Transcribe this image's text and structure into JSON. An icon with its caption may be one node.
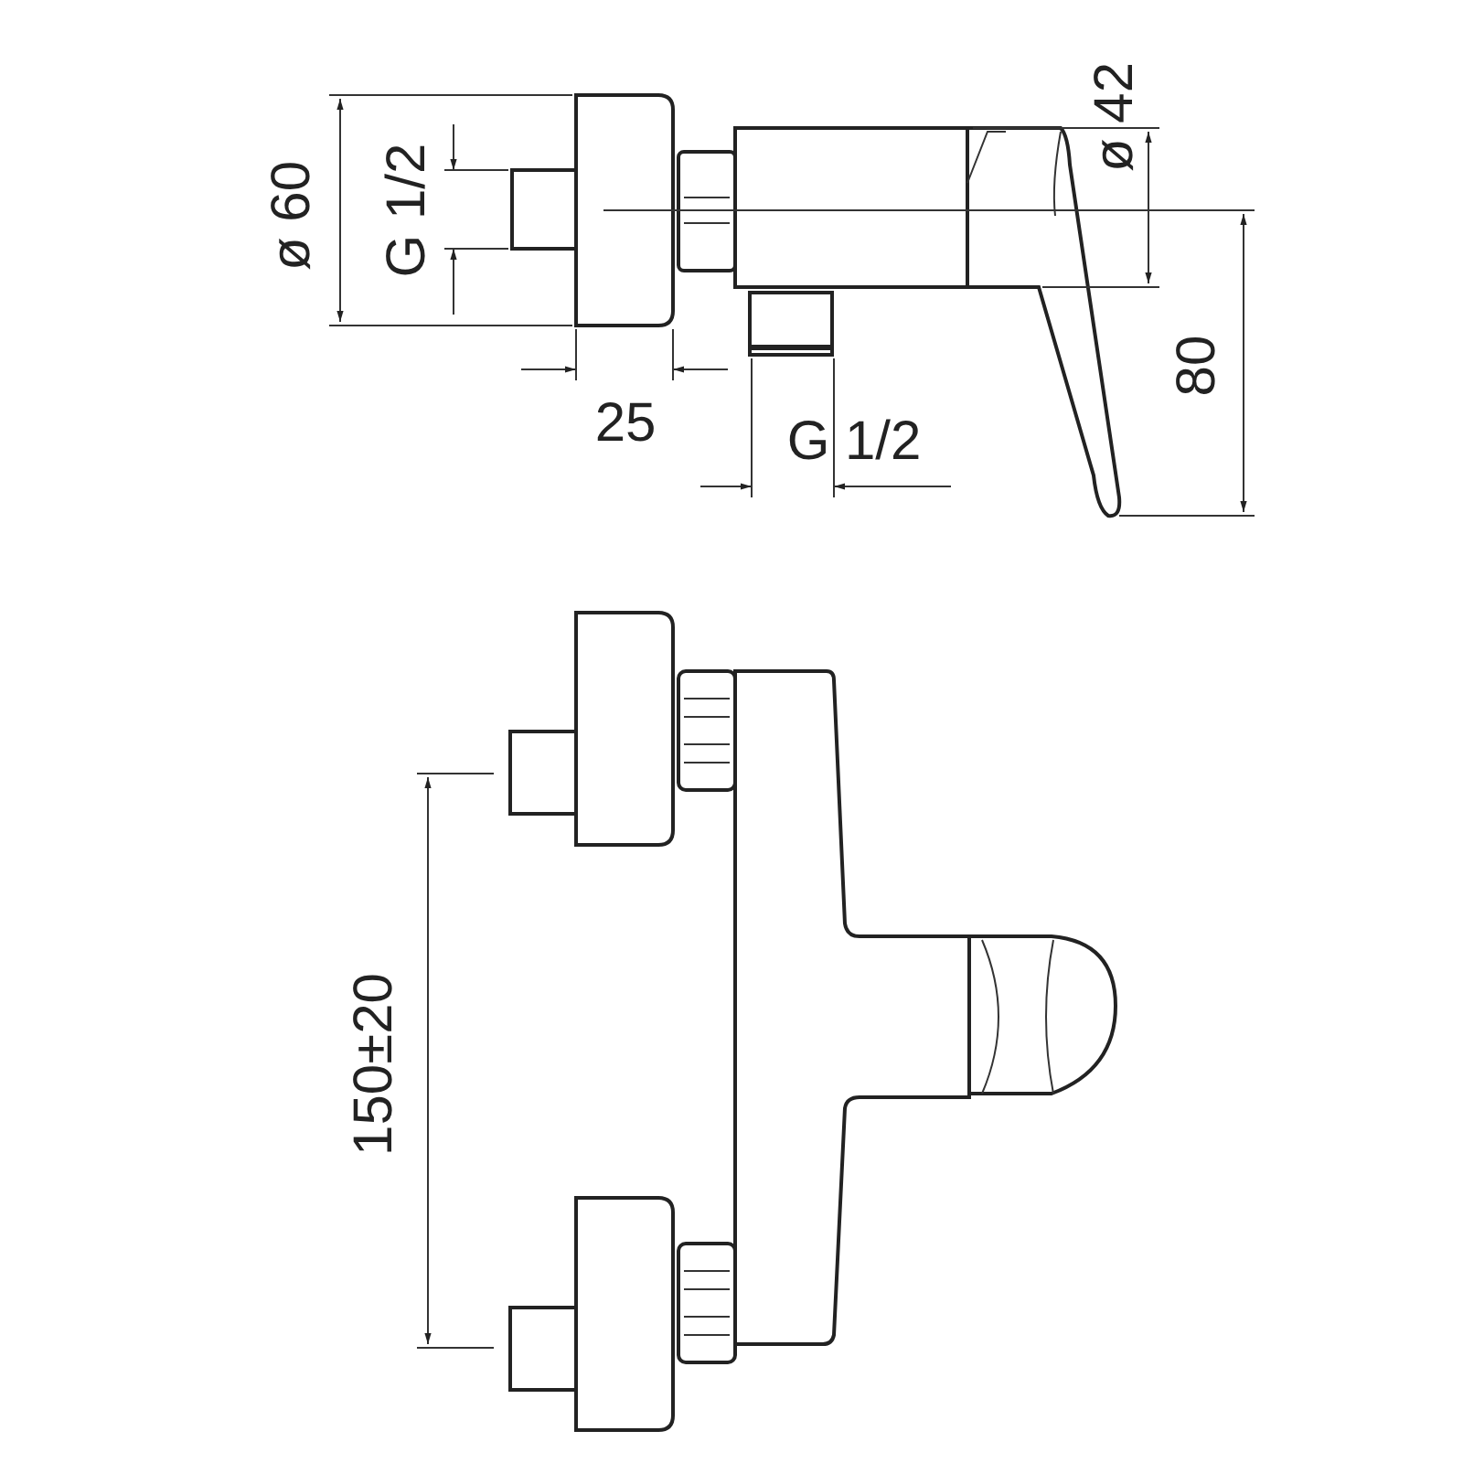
{
  "diagram": {
    "labels": [
      "ø 60",
      "G 1/2",
      "ø 42",
      "25",
      "80",
      "G 1/2",
      "150±20"
    ]
  }
}
